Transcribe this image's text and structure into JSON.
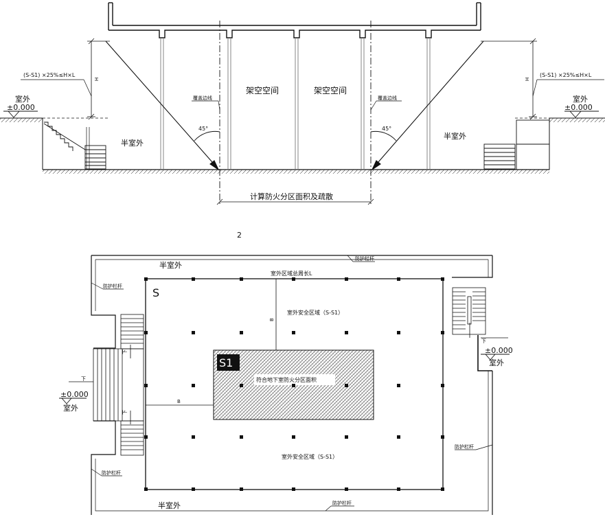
{
  "section": {
    "left_formula": "(S-S1) ×25%≤H×L",
    "right_formula": "(S-S1) ×25%≤H×L",
    "left_outdoor": "室外",
    "left_level": "±0.000",
    "right_outdoor": "室外",
    "right_level": "±0.000",
    "height_left": "H",
    "height_right": "H",
    "covered_edge_left": "覆盖边线",
    "covered_edge_right": "覆盖边线",
    "angle_left": "45°",
    "angle_right": "45°",
    "stilt_left": "架空空间",
    "stilt_right": "架空空间",
    "semi_outdoor_left": "半室外",
    "semi_outdoor_right": "半室外",
    "span_label": "计算防火分区面积及疏散",
    "figure_mark": "2"
  },
  "plan": {
    "semi_outdoor_top": "半室外",
    "semi_outdoor_bottom": "半室外",
    "perimeter_label": "室外区域总周长L",
    "rail_top": "防护栏杆",
    "rail_left_upper": "防护栏杆",
    "rail_left_lower": "防护栏杆",
    "rail_right": "防护栏杆",
    "rail_bottom": "防护栏杆",
    "s_label": "S",
    "safe_zone_top": "室外安全区域（S-S1）",
    "safe_zone_bottom": "室外安全区域（S-S1）",
    "dim_b_vertical": "B",
    "dim_b_horizontal": "B",
    "s1_label": "S1",
    "fire_zone_label": "符合地下室防火分区面积",
    "left_outdoor": "室外",
    "left_level": "±0.000",
    "right_outdoor": "室外",
    "right_level": "±0.000",
    "down_marks": [
      "下",
      "下",
      "下",
      "下"
    ]
  }
}
